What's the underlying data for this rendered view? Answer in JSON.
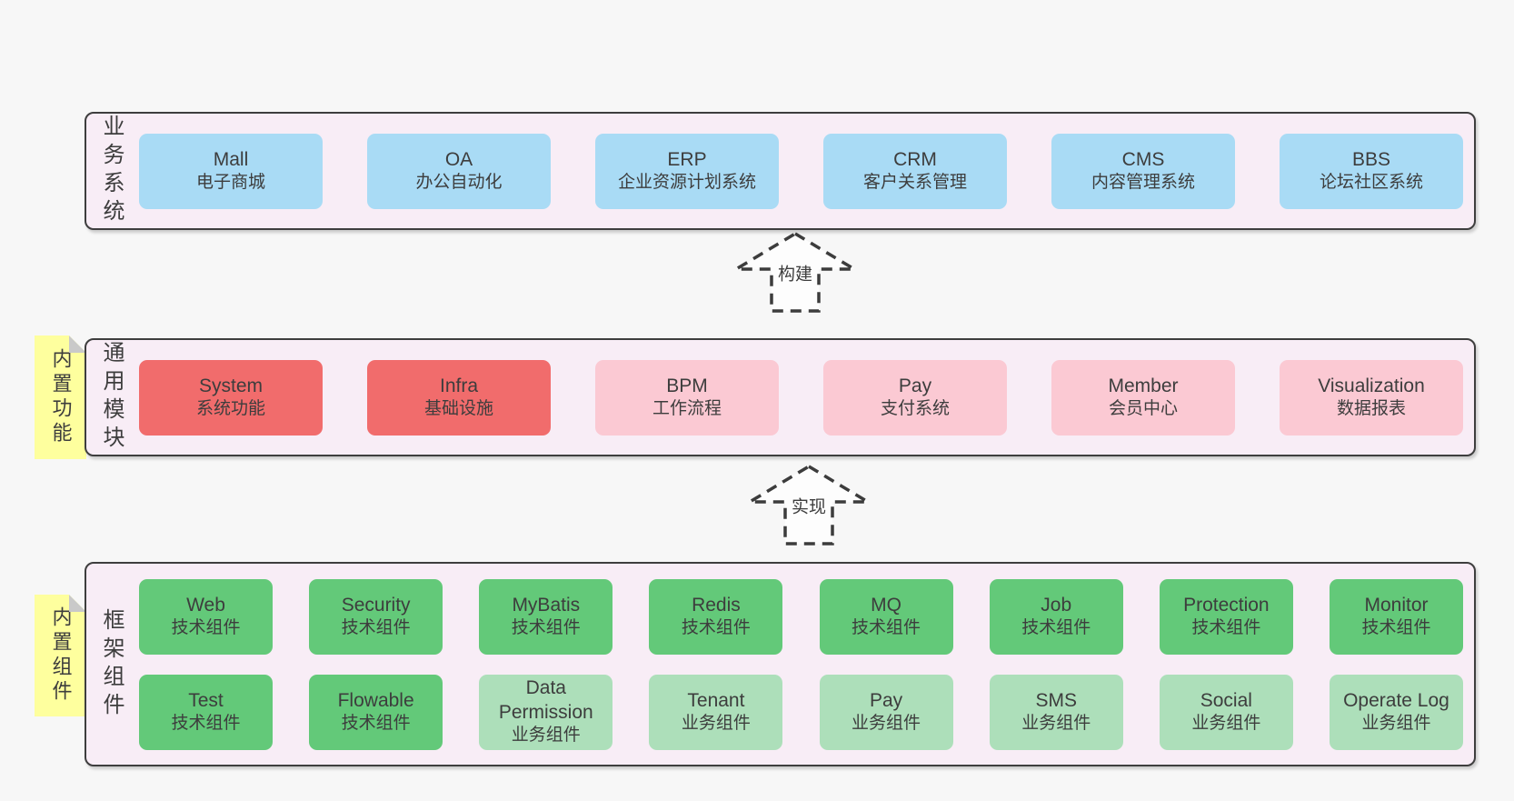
{
  "palette": {
    "page_bg": "#f7f7f7",
    "band_bg": "#f8edf6",
    "band_border": "#3e3e3e",
    "blue": "#a9dbf5",
    "red": "#f16c6c",
    "pink": "#fbc9d3",
    "green": "#63c979",
    "light_green": "#addfba",
    "sticky_yellow": "#feff9e",
    "sticky_fold": "#c9c9c9",
    "text": "#3d3d3d"
  },
  "stickies": [
    {
      "label": "内置功能"
    },
    {
      "label": "内置组件"
    }
  ],
  "arrows": [
    {
      "label": "构建"
    },
    {
      "label": "实现"
    }
  ],
  "bands": [
    {
      "label": "业务系统",
      "rows": [
        [
          {
            "name": "Mall",
            "sub": "电子商城",
            "variant": "blue"
          },
          {
            "name": "OA",
            "sub": "办公自动化",
            "variant": "blue"
          },
          {
            "name": "ERP",
            "sub": "企业资源计划系统",
            "variant": "blue"
          },
          {
            "name": "CRM",
            "sub": "客户关系管理",
            "variant": "blue"
          },
          {
            "name": "CMS",
            "sub": "内容管理系统",
            "variant": "blue"
          },
          {
            "name": "BBS",
            "sub": "论坛社区系统",
            "variant": "blue"
          }
        ]
      ]
    },
    {
      "label": "通用模块",
      "rows": [
        [
          {
            "name": "System",
            "sub": "系统功能",
            "variant": "red"
          },
          {
            "name": "Infra",
            "sub": "基础设施",
            "variant": "red"
          },
          {
            "name": "BPM",
            "sub": "工作流程",
            "variant": "pink"
          },
          {
            "name": "Pay",
            "sub": "支付系统",
            "variant": "pink"
          },
          {
            "name": "Member",
            "sub": "会员中心",
            "variant": "pink"
          },
          {
            "name": "Visualization",
            "sub": "数据报表",
            "variant": "pink"
          }
        ]
      ]
    },
    {
      "label": "框架组件",
      "rows": [
        [
          {
            "name": "Web",
            "sub": "技术组件",
            "variant": "green"
          },
          {
            "name": "Security",
            "sub": "技术组件",
            "variant": "green"
          },
          {
            "name": "MyBatis",
            "sub": "技术组件",
            "variant": "green"
          },
          {
            "name": "Redis",
            "sub": "技术组件",
            "variant": "green"
          },
          {
            "name": "MQ",
            "sub": "技术组件",
            "variant": "green"
          },
          {
            "name": "Job",
            "sub": "技术组件",
            "variant": "green"
          },
          {
            "name": "Protection",
            "sub": "技术组件",
            "variant": "green"
          },
          {
            "name": "Monitor",
            "sub": "技术组件",
            "variant": "green"
          }
        ],
        [
          {
            "name": "Test",
            "sub": "技术组件",
            "variant": "green"
          },
          {
            "name": "Flowable",
            "sub": "技术组件",
            "variant": "green"
          },
          {
            "name": "Data Permission",
            "sub": "业务组件",
            "variant": "light_green"
          },
          {
            "name": "Tenant",
            "sub": "业务组件",
            "variant": "light_green"
          },
          {
            "name": "Pay",
            "sub": "业务组件",
            "variant": "light_green"
          },
          {
            "name": "SMS",
            "sub": "业务组件",
            "variant": "light_green"
          },
          {
            "name": "Social",
            "sub": "业务组件",
            "variant": "light_green"
          },
          {
            "name": "Operate Log",
            "sub": "业务组件",
            "variant": "light_green"
          }
        ]
      ]
    }
  ]
}
